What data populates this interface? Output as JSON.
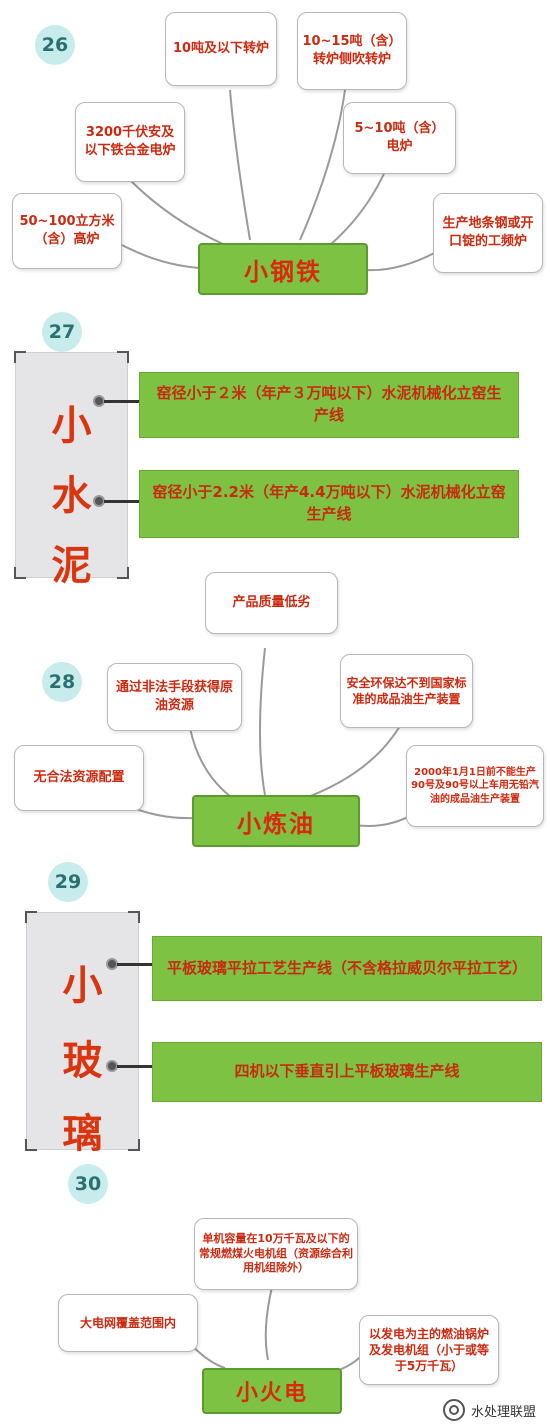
{
  "s26": {
    "num": "26",
    "title": "小钢铁",
    "items": [
      "10吨及以下转炉",
      "10~15吨（含）转炉侧吹转炉",
      "3200千伏安及以下铁合金电炉",
      "5~10吨（含）电炉",
      "50~100立方米（含）高炉",
      "生产地条钢或开口锭的工频炉"
    ]
  },
  "s27": {
    "num": "27",
    "title_chars": [
      "小",
      "水",
      "泥"
    ],
    "bars": [
      "窑径小于２米（年产３万吨以下）水泥机械化立窑生产线",
      "窑径小于2.2米（年产4.4万吨以下）水泥机械化立窑生产线"
    ]
  },
  "s28": {
    "num": "28",
    "title": "小炼油",
    "items": [
      "产品质量低劣",
      "通过非法手段获得原油资源",
      "安全环保达不到国家标准的成品油生产装置",
      "无合法资源配置",
      "2000年1月1日前不能生产90号及90号以上车用无铅汽油的成品油生产装置"
    ]
  },
  "s29": {
    "num": "29",
    "title_chars": [
      "小",
      "玻",
      "璃"
    ],
    "bars": [
      "平板玻璃平拉工艺生产线（不含格拉威贝尔平拉工艺）",
      "四机以下垂直引上平板玻璃生产线"
    ]
  },
  "s30": {
    "num": "30",
    "title": "小火电",
    "items": [
      "单机容量在10万千瓦及以下的常规燃煤火电机组（资源综合利用机组除外）",
      "大电网覆盖范围内",
      "以发电为主的燃油锅炉及发电机组（小于或等于5万千瓦）"
    ]
  },
  "watermark": "水处理联盟",
  "colors": {
    "green": "#7dc243",
    "red_text": "#cc2a10",
    "badge": "#c8ecec"
  }
}
